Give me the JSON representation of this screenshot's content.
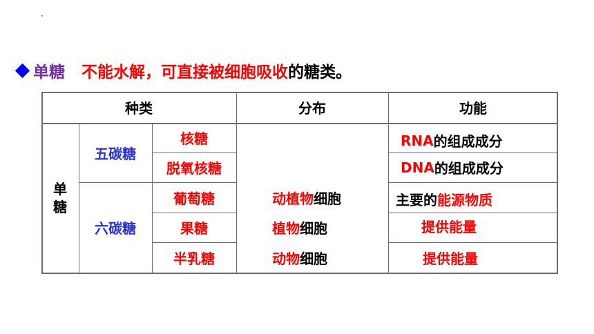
{
  "heading": {
    "term": "单糖",
    "definition": "不能水解，可直接被细胞吸收",
    "suffix": "的糖类。"
  },
  "table": {
    "headers": [
      "种类",
      "分布",
      "功能"
    ],
    "row_group_label": [
      "单",
      "糖"
    ],
    "groups": [
      {
        "name": "五碳糖",
        "rows": [
          {
            "sugar": "核糖",
            "function_highlight": "RNA",
            "function_rest": "的组成成分"
          },
          {
            "sugar": "脱氧核糖",
            "function_highlight": "DNA",
            "function_rest": "的组成成分"
          }
        ]
      },
      {
        "name": "六碳糖",
        "rows": [
          {
            "sugar": "葡萄糖",
            "dist_highlight": "动植物",
            "dist_rest": "细胞",
            "function_prefix": "主要的",
            "function_highlight": "能源物质"
          },
          {
            "sugar": "果糖",
            "dist_highlight": "植物",
            "dist_rest": "细胞",
            "function_highlight": "提供能量"
          },
          {
            "sugar": "半乳糖",
            "dist_highlight": "动物",
            "dist_rest": "细胞",
            "function_highlight": "提供能量"
          }
        ]
      }
    ]
  },
  "colors": {
    "highlight_red": "#ff0000",
    "group_blue": "#2a33d9",
    "term_purple": "#7030a0",
    "bullet_blue": "#0000ff",
    "rule_gray": "#6b6b6b"
  }
}
